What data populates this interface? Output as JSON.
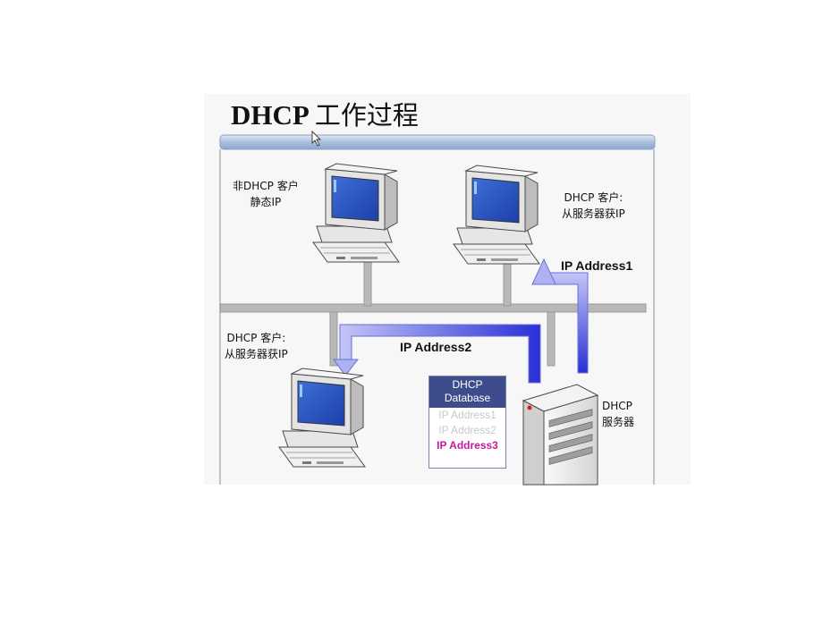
{
  "title": {
    "latin": "DHCP",
    "cjk": "工作过程"
  },
  "clients": {
    "static": {
      "line1": "非DHCP 客户",
      "line2": "静态IP"
    },
    "dhcp_top": {
      "line1": "DHCP 客户:",
      "line2": "从服务器获IP"
    },
    "dhcp_left": {
      "line1": "DHCP 客户:",
      "line2": "从服务器获IP"
    }
  },
  "arrows": {
    "address1": "IP Address1",
    "address2": "IP Address2"
  },
  "database": {
    "header": [
      "DHCP",
      "Database"
    ],
    "rows": [
      {
        "text": "IP Address1",
        "state": "assigned"
      },
      {
        "text": "IP Address2",
        "state": "assigned"
      },
      {
        "text": "IP Address3",
        "state": "available"
      }
    ]
  },
  "server": {
    "line1": "DHCP",
    "line2": "服务器"
  },
  "colors": {
    "arrow_dark": "#2a2fd6",
    "arrow_light": "#c3c6f5",
    "network_line": "#b3b3b3",
    "available_address": "#c61a9c",
    "db_header": "#3f4c8c"
  }
}
